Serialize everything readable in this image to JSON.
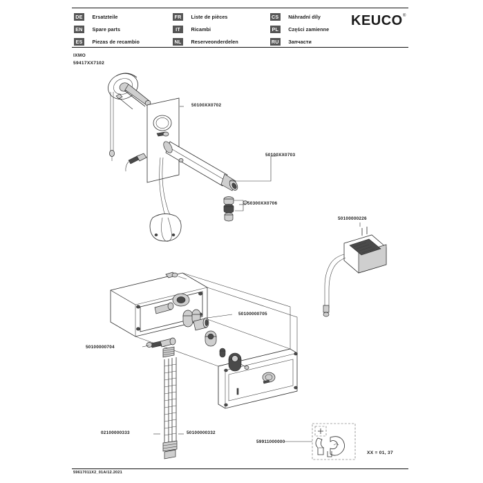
{
  "document": {
    "brand": "KEUCO",
    "brand_mark": "®",
    "series": "IXMO",
    "model_number": "59417XX7102",
    "doc_reference": "59617011X2_01A/12.2021"
  },
  "languages": [
    {
      "code": "DE",
      "label": "Ersatzteile"
    },
    {
      "code": "FR",
      "label": "Liste de pièces"
    },
    {
      "code": "CS",
      "label": "Náhradní díly"
    },
    {
      "code": "EN",
      "label": "Spare parts"
    },
    {
      "code": "IT",
      "label": "Ricambi"
    },
    {
      "code": "PL",
      "label": "Części zamienne"
    },
    {
      "code": "ES",
      "label": "Piezas de recambio"
    },
    {
      "code": "NL",
      "label": "Reserveonderdelen"
    },
    {
      "code": "RU",
      "label": "Запчасти"
    }
  ],
  "callouts": {
    "spout_plate": "50100XX0702",
    "spout_tube": "50100XX0703",
    "aerator": "50300XX0706",
    "power_supply": "50100000226",
    "valve_cartridge": "50100000705",
    "box_seal": "50100000704",
    "hose_left": "02100000333",
    "hose_right": "50100000332",
    "tool_kit": "59911000000"
  },
  "notes": {
    "finish_key": "XX = 01, 37"
  }
}
